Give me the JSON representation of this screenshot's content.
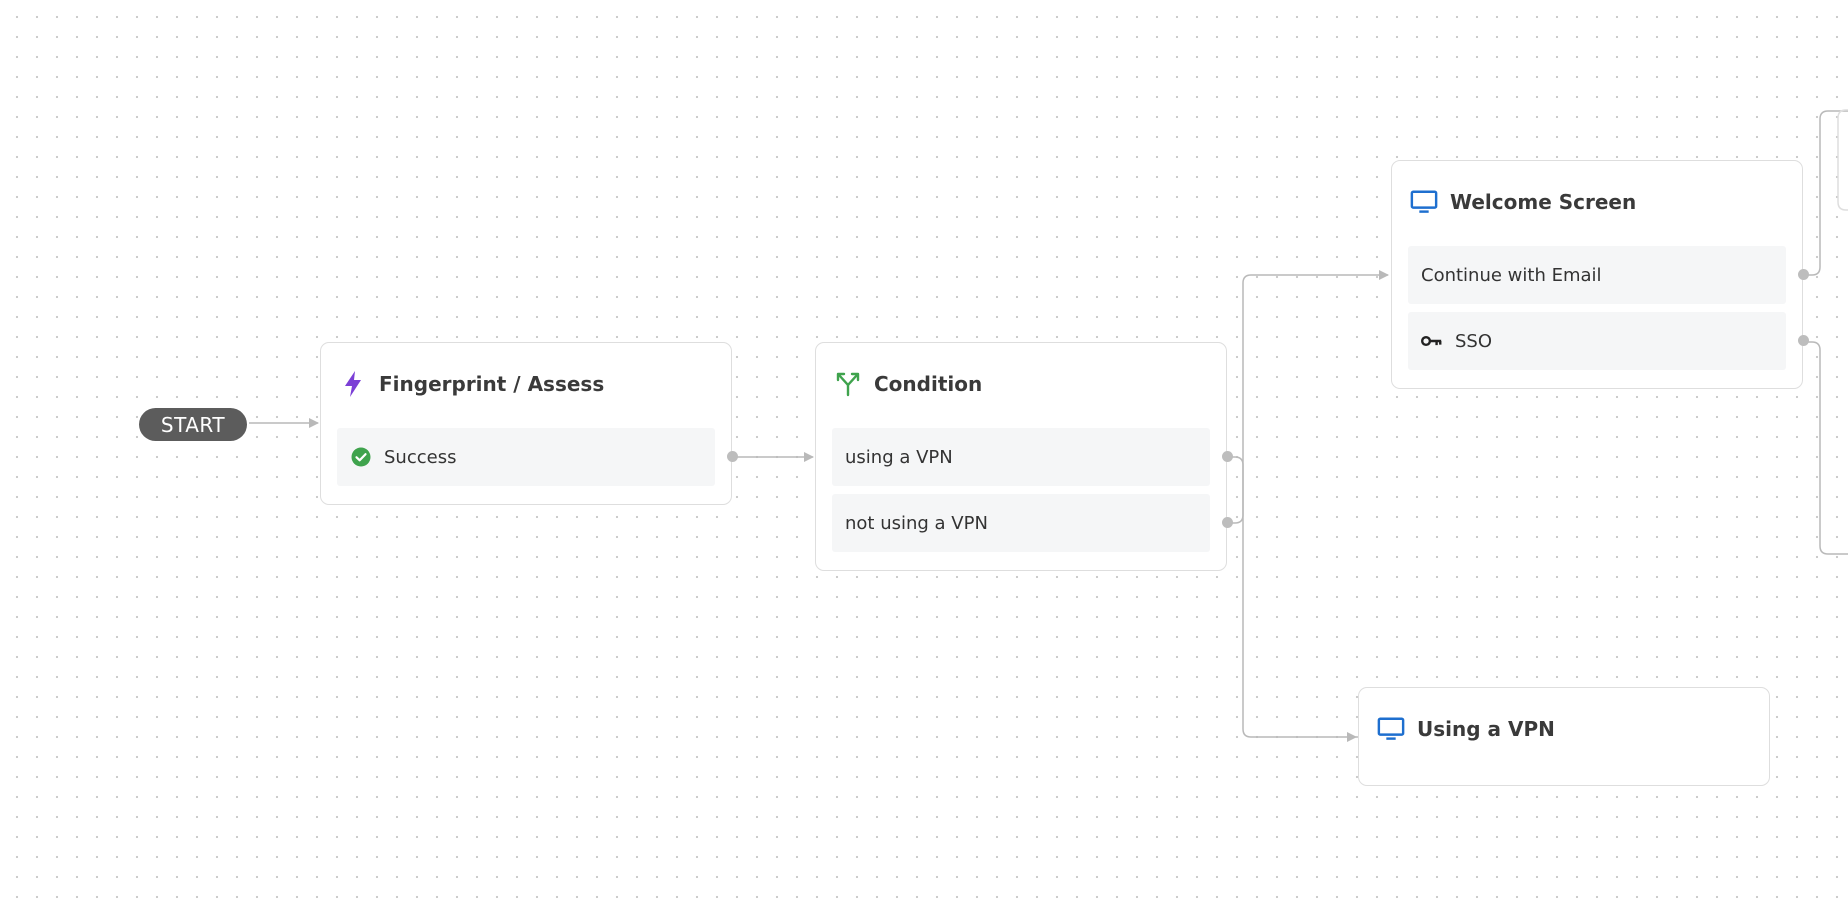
{
  "start": {
    "label": "START"
  },
  "nodes": {
    "fingerprint": {
      "title": "Fingerprint / Assess",
      "icon": "lightning-icon",
      "icon_color": "#7b3fd6",
      "outputs": [
        {
          "label": "Success",
          "icon": "check-circle-icon",
          "icon_color": "#3fa34d"
        }
      ]
    },
    "condition": {
      "title": "Condition",
      "icon": "branch-icon",
      "icon_color": "#3fa34d",
      "outputs": [
        {
          "label": "using a VPN"
        },
        {
          "label": "not using a VPN"
        }
      ]
    },
    "welcome": {
      "title": "Welcome Screen",
      "icon": "monitor-icon",
      "icon_color": "#1e6fcf",
      "outputs": [
        {
          "label": "Continue with Email"
        },
        {
          "label": "SSO",
          "icon": "key-icon",
          "icon_color": "#222222"
        }
      ]
    },
    "using_vpn": {
      "title": "Using a VPN",
      "icon": "monitor-icon",
      "icon_color": "#1e6fcf",
      "outputs": []
    }
  },
  "colors": {
    "edge": "#b9b9b9",
    "port": "#bdbdbd",
    "node_border": "#dedede",
    "row_bg": "#f5f6f7",
    "start_bg": "#5c5c5c"
  }
}
